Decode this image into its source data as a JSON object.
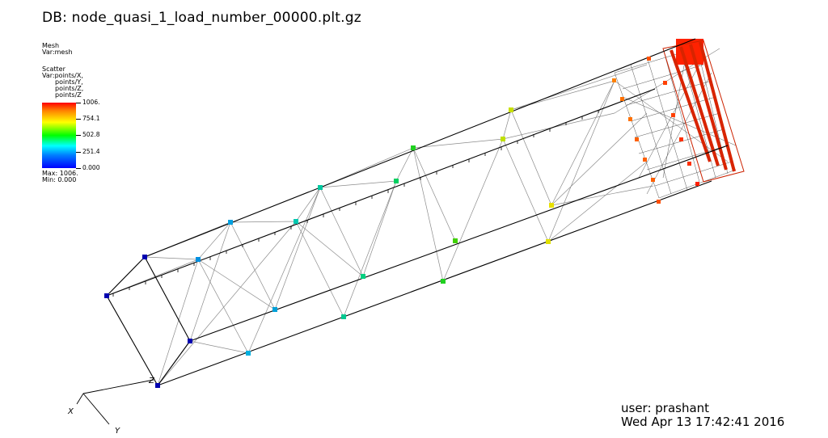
{
  "title": "DB: node_quasi_1_load_number_00000.plt.gz",
  "legend": {
    "mesh_label": "Mesh",
    "mesh_var": "Var:mesh",
    "scatter_label": "Scatter",
    "scatter_vars": [
      "Var:points/X,",
      "points/Y,",
      "points/Z,",
      "points/Z"
    ],
    "ticks": [
      "1006.",
      "754.1",
      "502.8",
      "251.4",
      "0.000"
    ],
    "max": "Max:  1006.",
    "min": "Min:  0.000"
  },
  "axes": {
    "x": "X",
    "y": "Y",
    "z": "Z"
  },
  "user": "user: prashant",
  "timestamp": "Wed Apr 13 17:42:41 2016",
  "colors": {
    "low": "#0000ff",
    "mid": "#00ff00",
    "high": "#ff0000",
    "line": "#000000",
    "web": "#888888"
  }
}
